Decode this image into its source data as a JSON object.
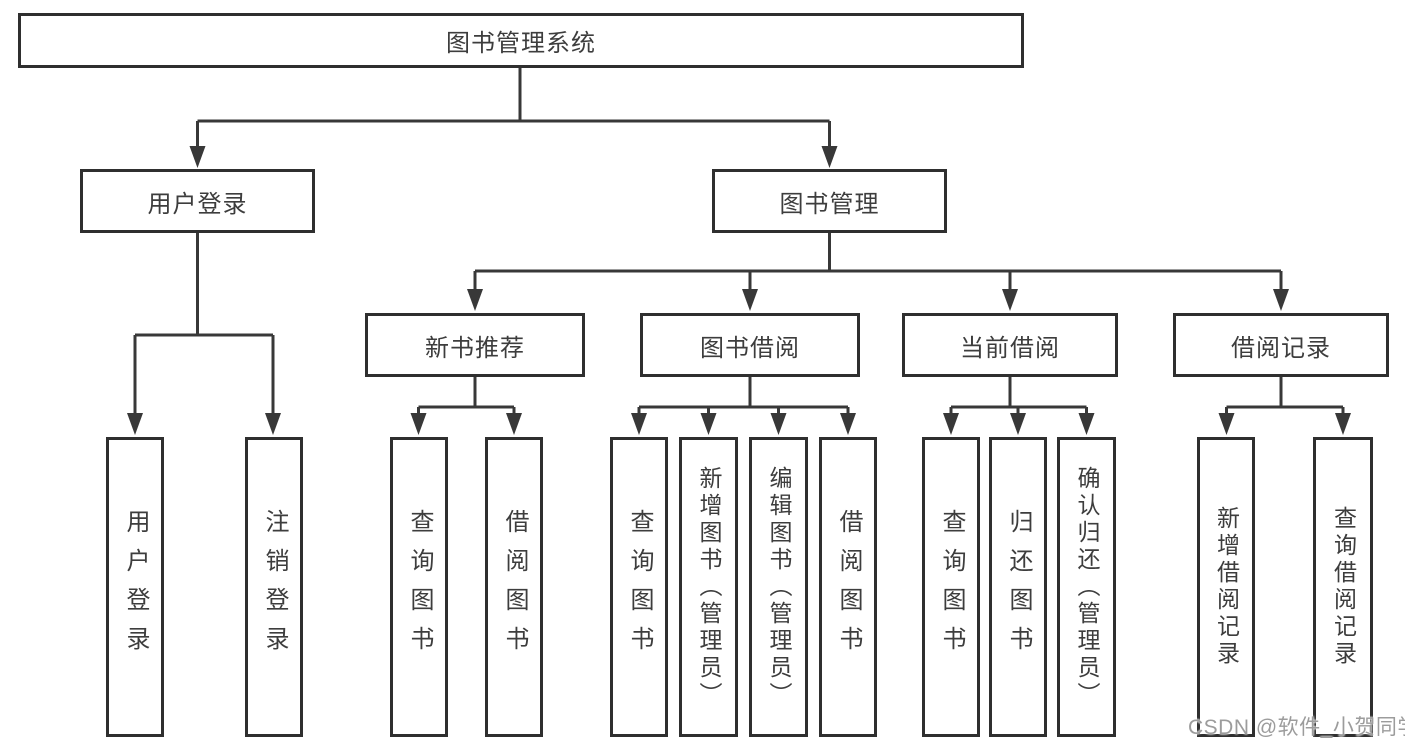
{
  "diagram": {
    "type": "hierarchy-tree",
    "root": {
      "label": "图书管理系统"
    },
    "branches": [
      {
        "label": "用户登录",
        "children": [
          {
            "label": "用户登录"
          },
          {
            "label": "注销登录"
          }
        ]
      },
      {
        "label": "图书管理",
        "sections": [
          {
            "label": "新书推荐",
            "children": [
              {
                "label": "查询图书"
              },
              {
                "label": "借阅图书"
              }
            ]
          },
          {
            "label": "图书借阅",
            "children": [
              {
                "label": "查询图书"
              },
              {
                "label": "新增图书（管理员）"
              },
              {
                "label": "编辑图书（管理员）"
              },
              {
                "label": "借阅图书"
              }
            ]
          },
          {
            "label": "当前借阅",
            "children": [
              {
                "label": "查询图书"
              },
              {
                "label": "归还图书"
              },
              {
                "label": "确认归还（管理员）"
              }
            ]
          },
          {
            "label": "借阅记录",
            "children": [
              {
                "label": "新增借阅记录"
              },
              {
                "label": "查询借阅记录"
              }
            ]
          }
        ]
      }
    ]
  },
  "watermark": {
    "text": "CSDN @软件_小贺同学"
  },
  "colors": {
    "line": "#383838",
    "border": "#2f2f2f",
    "text": "#3d3d3d",
    "watermark": "#9c9c9c",
    "background": "#ffffff"
  }
}
